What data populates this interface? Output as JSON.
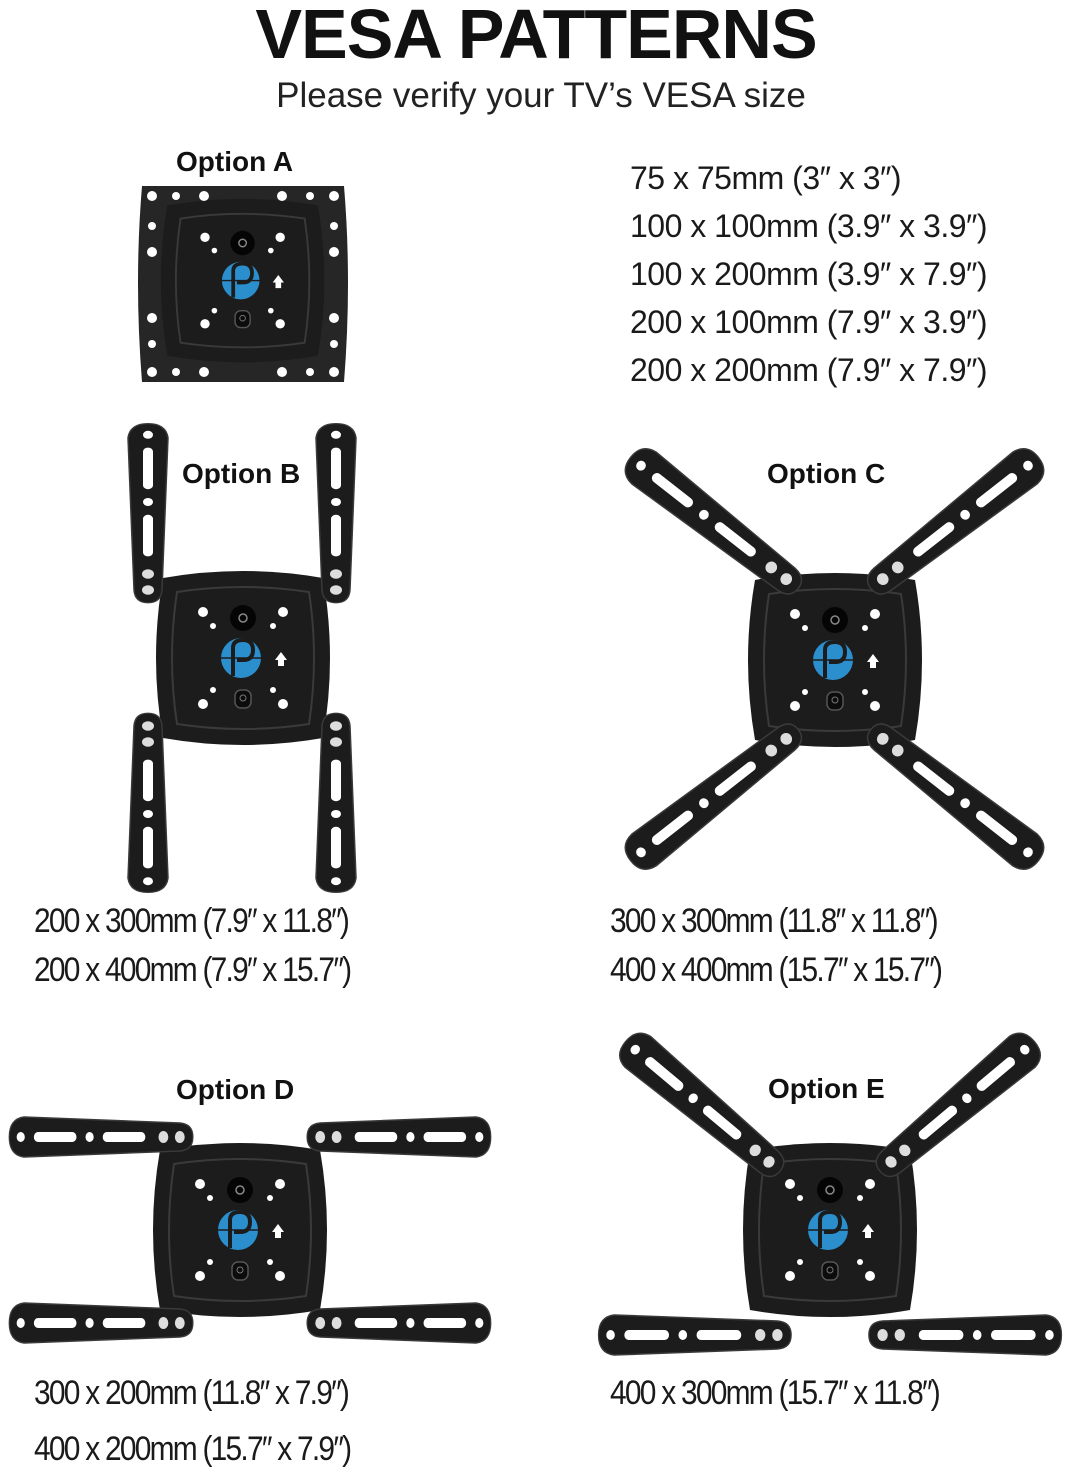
{
  "header": {
    "title": "VESA PATTERNS",
    "subtitle": "Please verify your TV’s VESA size"
  },
  "colors": {
    "plate": "#1c1c1c",
    "plate_edge": "#2b2b2b",
    "logo_blue": "#2b8fce",
    "text": "#111111"
  },
  "options": [
    {
      "label": "Option A",
      "sizes": [
        "75 x 75mm (3″ x 3″)",
        "100 x 100mm (3.9″ x 3.9″)",
        "100 x 200mm (3.9″ x 7.9″)",
        "200 x 100mm (7.9″ x 3.9″)",
        "200 x 200mm (7.9″ x 7.9″)"
      ]
    },
    {
      "label": "Option B",
      "sizes": [
        "200 x 300mm (7.9″ x 11.8″)",
        "200 x 400mm (7.9″ x 15.7″)"
      ]
    },
    {
      "label": "Option C",
      "sizes": [
        "300 x 300mm (11.8″ x 11.8″)",
        "400 x 400mm (15.7″ x 15.7″)"
      ]
    },
    {
      "label": "Option D",
      "sizes": [
        "300 x 200mm (11.8″ x 7.9″)",
        "400 x 200mm (15.7″ x 7.9″)"
      ]
    },
    {
      "label": "Option E",
      "sizes": [
        "400 x 300mm (15.7″ x 11.8″)"
      ]
    }
  ],
  "icons": {
    "brand_logo": "p-circle-logo-icon",
    "up_arrow": "up-arrow-icon"
  }
}
